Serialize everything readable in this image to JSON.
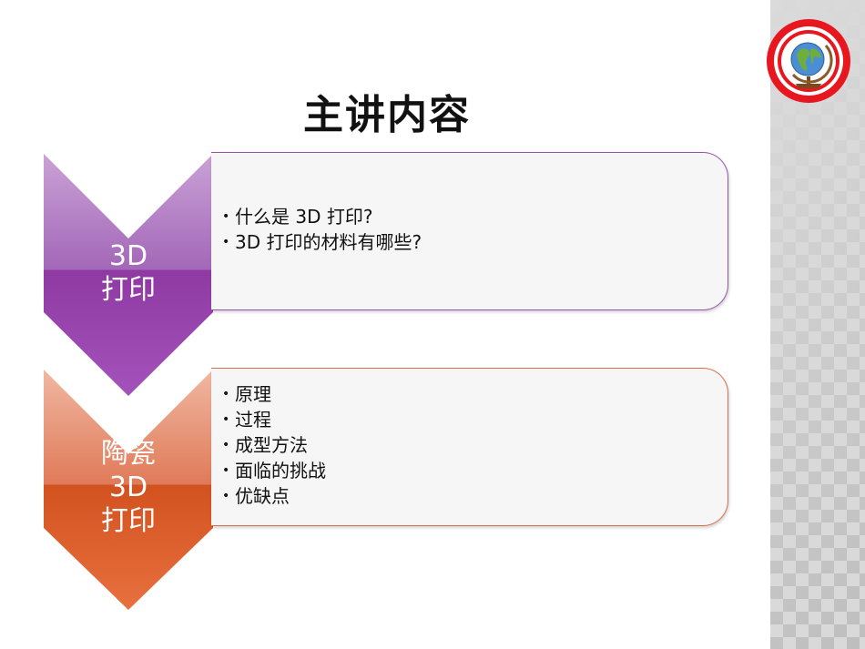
{
  "slide": {
    "title": "主讲内容"
  },
  "sections": [
    {
      "label_lines": [
        "3D",
        "打印"
      ],
      "bullets": [
        "什么是 3D 打印?",
        "3D 打印的材料有哪些?"
      ],
      "color": "#9c4fb0"
    },
    {
      "label_lines": [
        "陶瓷",
        "3D",
        "打印"
      ],
      "bullets": [
        "原理",
        "过程",
        "成型方法",
        "面临的挑战",
        "优缺点"
      ],
      "color": "#d9714a"
    }
  ],
  "logo": {
    "icon": "globe-icon"
  },
  "decoration": {
    "strip_color": "#c8c8c8"
  }
}
